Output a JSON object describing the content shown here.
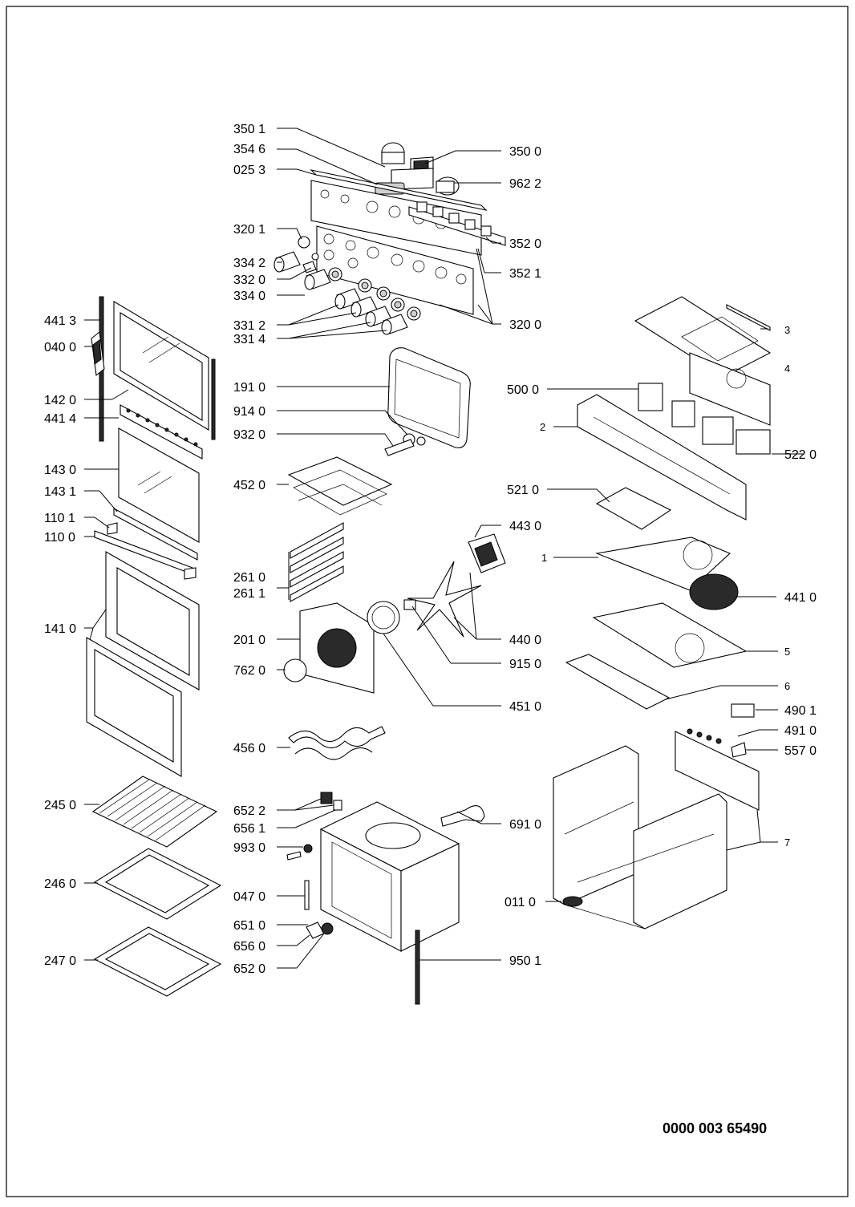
{
  "document_number": "0000 003 65490",
  "callouts": [
    {
      "id": "c3501",
      "text": "350 1"
    },
    {
      "id": "c3546",
      "text": "354 6"
    },
    {
      "id": "c0253",
      "text": "025 3"
    },
    {
      "id": "c3201",
      "text": "320 1"
    },
    {
      "id": "c3342",
      "text": "334 2"
    },
    {
      "id": "c3320",
      "text": "332 0"
    },
    {
      "id": "c3340",
      "text": "334 0"
    },
    {
      "id": "c3312",
      "text": "331 2"
    },
    {
      "id": "c3314",
      "text": "331 4"
    },
    {
      "id": "c3500",
      "text": "350 0"
    },
    {
      "id": "c9622",
      "text": "962 2"
    },
    {
      "id": "c3520",
      "text": "352 0"
    },
    {
      "id": "c3521",
      "text": "352 1"
    },
    {
      "id": "c3200",
      "text": "320 0"
    },
    {
      "id": "c4413",
      "text": "441 3"
    },
    {
      "id": "c0400",
      "text": "040 0"
    },
    {
      "id": "c1420",
      "text": "142 0"
    },
    {
      "id": "c4414",
      "text": "441 4"
    },
    {
      "id": "c1430",
      "text": "143 0"
    },
    {
      "id": "c1431",
      "text": "143 1"
    },
    {
      "id": "c1101",
      "text": "110 1"
    },
    {
      "id": "c1100",
      "text": "110 0"
    },
    {
      "id": "c1410",
      "text": "141 0"
    },
    {
      "id": "c2450",
      "text": "245 0"
    },
    {
      "id": "c2460",
      "text": "246 0"
    },
    {
      "id": "c2470",
      "text": "247 0"
    },
    {
      "id": "c1910",
      "text": "191 0"
    },
    {
      "id": "c9140",
      "text": "914 0"
    },
    {
      "id": "c9320",
      "text": "932 0"
    },
    {
      "id": "c4520",
      "text": "452 0"
    },
    {
      "id": "c2610",
      "text": "261 0"
    },
    {
      "id": "c2611",
      "text": "261 1"
    },
    {
      "id": "c2010",
      "text": "201 0"
    },
    {
      "id": "c7620",
      "text": "762 0"
    },
    {
      "id": "c4560",
      "text": "456 0"
    },
    {
      "id": "c6522",
      "text": "652 2"
    },
    {
      "id": "c6561",
      "text": "656 1"
    },
    {
      "id": "c9930",
      "text": "993 0"
    },
    {
      "id": "c0470",
      "text": "047 0"
    },
    {
      "id": "c6510",
      "text": "651 0"
    },
    {
      "id": "c6560",
      "text": "656 0"
    },
    {
      "id": "c6520",
      "text": "652 0"
    },
    {
      "id": "c4430",
      "text": "443 0"
    },
    {
      "id": "c4400",
      "text": "440 0"
    },
    {
      "id": "c9150",
      "text": "915 0"
    },
    {
      "id": "c4510",
      "text": "451 0"
    },
    {
      "id": "c6910",
      "text": "691 0"
    },
    {
      "id": "c9501",
      "text": "950 1"
    },
    {
      "id": "c0110",
      "text": "011 0"
    },
    {
      "id": "c3",
      "text": "3"
    },
    {
      "id": "c4",
      "text": "4"
    },
    {
      "id": "c5000",
      "text": "500 0"
    },
    {
      "id": "c2",
      "text": "2"
    },
    {
      "id": "c5220",
      "text": "522 0"
    },
    {
      "id": "c5210",
      "text": "521 0"
    },
    {
      "id": "c1",
      "text": "1"
    },
    {
      "id": "c4410",
      "text": "441 0"
    },
    {
      "id": "c5",
      "text": "5"
    },
    {
      "id": "c6",
      "text": "6"
    },
    {
      "id": "c4901",
      "text": "490 1"
    },
    {
      "id": "c4910",
      "text": "491 0"
    },
    {
      "id": "c5570",
      "text": "557 0"
    },
    {
      "id": "c7",
      "text": "7"
    }
  ]
}
